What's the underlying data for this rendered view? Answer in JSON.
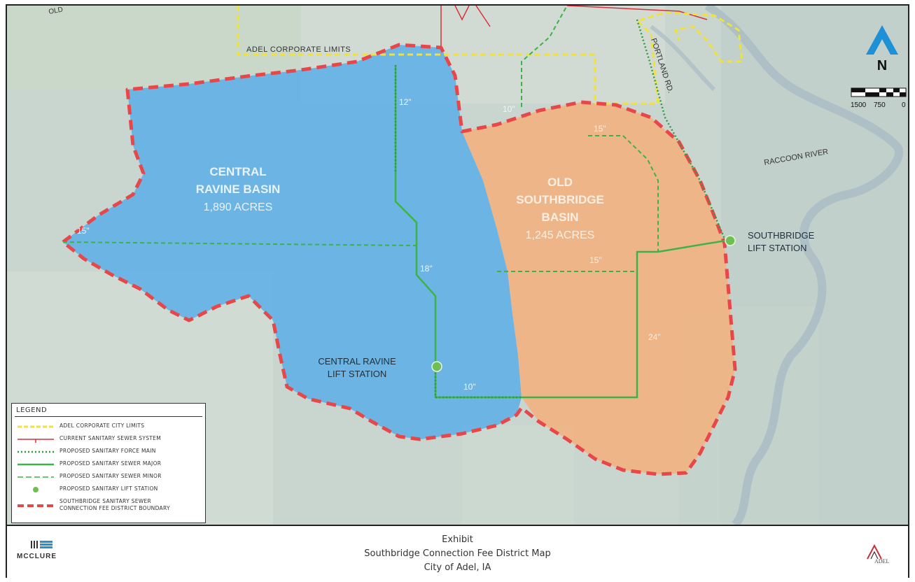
{
  "map": {
    "basins": {
      "central": {
        "name_line1": "CENTRAL",
        "name_line2": "RAVINE BASIN",
        "area": "1,890 ACRES",
        "color": "#5aaee8"
      },
      "southbridge": {
        "name_line1": "OLD",
        "name_line2": "SOUTHBRIDGE",
        "name_line3": "BASIN",
        "area": "1,245 ACRES",
        "color": "#f2b27e"
      }
    },
    "lift_stations": {
      "central": {
        "line1": "CENTRAL RAVINE",
        "line2": "LIFT STATION"
      },
      "southbridge": {
        "line1": "SOUTHBRIDGE",
        "line2": "LIFT STATION"
      }
    },
    "pipe_sizes": {
      "p12": "12\"",
      "p10_top": "10\"",
      "p15_top": "15\"",
      "p15_west": "15\"",
      "p18": "18\"",
      "p15_mid": "15\"",
      "p24": "24\"",
      "p10_bottom": "10\""
    },
    "features": {
      "corporate_limits": "ADEL CORPORATE LIMITS",
      "road": "PORTLAND RD.",
      "river": "RACCOON RIVER",
      "old_road": "OLD"
    },
    "north": "N",
    "scale": [
      "1500",
      "750",
      "0"
    ],
    "colors": {
      "boundary": "#e8474a",
      "city_limits": "#f0e23c",
      "sewer_green": "#3cb346",
      "current_sewer": "#d9303a"
    }
  },
  "legend": {
    "title": "LEGEND",
    "items": [
      {
        "label": "ADEL CORPORATE CITY LIMITS"
      },
      {
        "label": "CURRENT SANITARY SEWER SYSTEM"
      },
      {
        "label": "PROPOSED SANITARY FORCE MAIN"
      },
      {
        "label": "PROPOSED SANITARY SEWER MAJOR"
      },
      {
        "label": "PROPOSED SANITARY SEWER MINOR"
      },
      {
        "label": "PROPOSED SANITARY LIFT STATION"
      },
      {
        "label_line1": "SOUTHBRIDGE SANITARY SEWER",
        "label_line2": "CONNECTION FEE DISTRICT BOUNDARY"
      }
    ]
  },
  "title_block": {
    "line1": "Exhibit",
    "line2": "Southbridge Connection Fee District Map",
    "line3": "City of Adel, IA",
    "mcclure": "MCCLURE",
    "adel": "ADEL"
  }
}
